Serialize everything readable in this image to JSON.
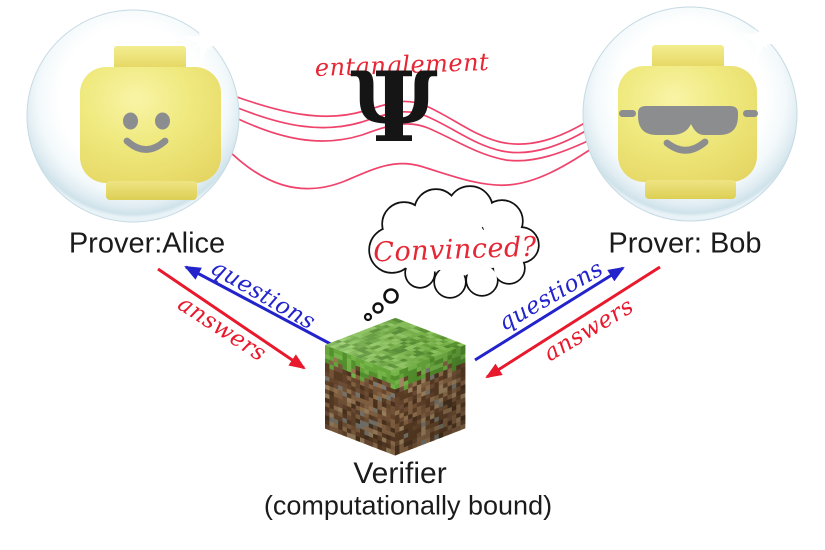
{
  "labels": {
    "prover_alice": "Prover:Alice",
    "prover_bob": "Prover: Bob",
    "entanglement": "entanglement",
    "psi": "Ψ",
    "convinced": "Convinced?",
    "questions": "questions",
    "answers": "answers",
    "verifier": "Verifier",
    "verifier_note": "(computationally bound)"
  },
  "icons": {
    "alice": "lego-head-smiling-in-bubble",
    "bob": "lego-head-sunglasses-in-bubble",
    "verifier": "minecraft-grass-block",
    "entanglement_lines": "wavy-entangled-lines",
    "thought": "thought-bubble-cloud",
    "sparkle": "four-point-sparkle"
  },
  "colors": {
    "question_blue": "#2323cc",
    "answer_red": "#e8192c",
    "script_red": "#e52634",
    "entangle_pink": "#f0436b",
    "text_black": "#1b1b1b",
    "lego_yellow": "#efe97e",
    "lego_yellow_dark": "#e7d968",
    "face_gray": "#8b8d8e",
    "bubble_rim": "#cfe2ea",
    "grass_palette": [
      "#5f9c33",
      "#6cab3d",
      "#7ab948",
      "#88c556",
      "#94ce63",
      "#569130",
      "#7fbf4e"
    ],
    "dirt_palette": [
      "#7b583a",
      "#6b4a2e",
      "#8a6746",
      "#9a7853",
      "#5d3f25",
      "#4f3520",
      "#a58a65",
      "#75523a",
      "#67462c",
      "#7e7d74",
      "#8a6746",
      "#5d3f25"
    ],
    "grass_side_palette": [
      "#55922e",
      "#67a83c",
      "#76b649"
    ]
  }
}
